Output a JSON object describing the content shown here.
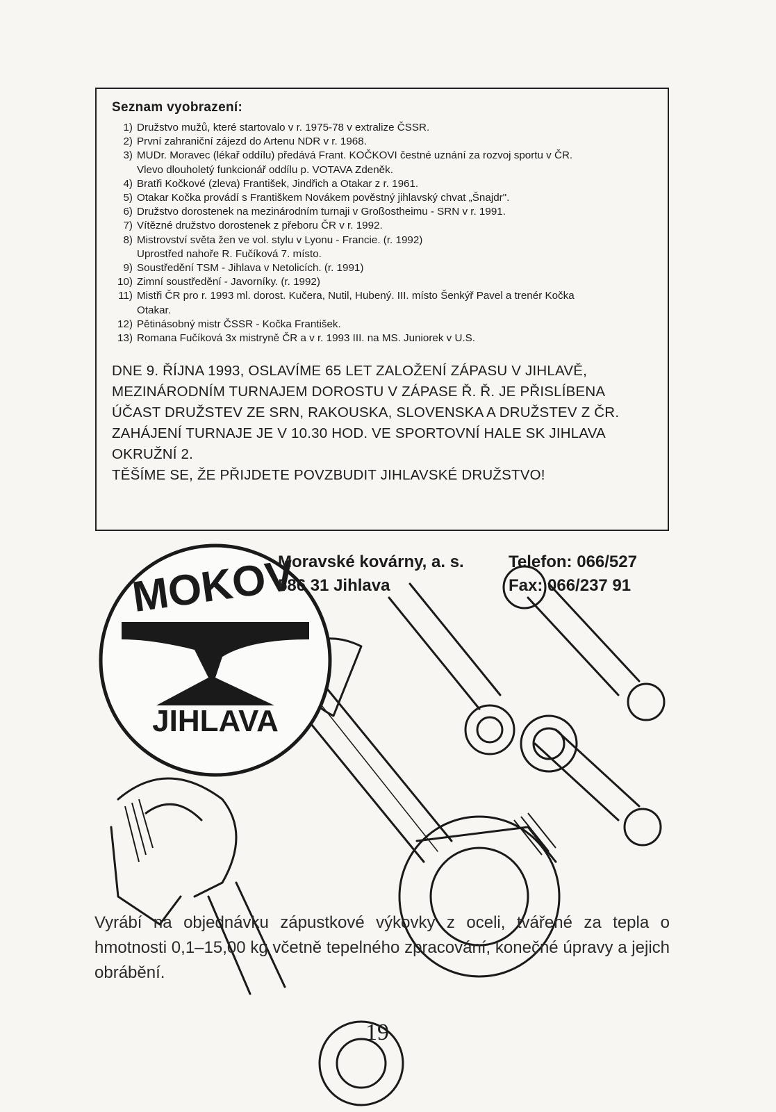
{
  "caption_list": {
    "title": "Seznam vyobrazení:",
    "items": [
      {
        "num": "1)",
        "lines": [
          "Družstvo mužů, které startovalo v r. 1975-78 v extralize ČSSR."
        ]
      },
      {
        "num": "2)",
        "lines": [
          "První zahraniční zájezd do Artenu NDR v r. 1968."
        ]
      },
      {
        "num": "3)",
        "lines": [
          "MUDr. Moravec (lékař oddílu) předává Frant. KOČKOVI čestné uznání za rozvoj sportu v ČR.",
          "Vlevo dlouholetý funkcionář oddílu p. VOTAVA Zdeněk."
        ]
      },
      {
        "num": "4)",
        "lines": [
          "Bratři Kočkové (zleva) František, Jindřich a Otakar z r. 1961."
        ]
      },
      {
        "num": "5)",
        "lines": [
          "Otakar Kočka provádí s Františkem Novákem pověstný jihlavský chvat „Šnajdr\"."
        ]
      },
      {
        "num": "6)",
        "lines": [
          "Družstvo dorostenek na mezinárodním turnaji v Großostheimu - SRN v r. 1991."
        ]
      },
      {
        "num": "7)",
        "lines": [
          "Vítězné družstvo dorostenek z přeboru ČR v r. 1992."
        ]
      },
      {
        "num": "8)",
        "lines": [
          "Mistrovství světa žen ve vol. stylu v Lyonu - Francie. (r. 1992)",
          "Uprostřed nahoře R. Fučíková 7. místo."
        ]
      },
      {
        "num": "9)",
        "lines": [
          "Soustředění TSM - Jihlava v Netolicích. (r. 1991)"
        ]
      },
      {
        "num": "10)",
        "lines": [
          "Zimní soustředění - Javorníky. (r. 1992)"
        ]
      },
      {
        "num": "11)",
        "lines": [
          "Mistři ČR pro r. 1993 ml. dorost. Kučera, Nutil, Hubený. III. místo Šenkýř Pavel a trenér Kočka",
          "Otakar."
        ]
      },
      {
        "num": "12)",
        "lines": [
          "Pětinásobný mistr ČSSR - Kočka František."
        ]
      },
      {
        "num": "13)",
        "lines": [
          "Romana Fučíková 3x mistryně ČR a v r. 1993 III. na MS. Juniorek v U.S."
        ]
      }
    ]
  },
  "announcement": {
    "lines": [
      "DNE 9. ŘÍJNA 1993, OSLAVÍME 65 LET ZALOŽENÍ ZÁPASU V JIHLAVĚ,",
      "MEZINÁRODNÍM TURNAJEM DOROSTU V ZÁPASE Ř. Ř. JE PŘISLÍBENA",
      "ÚČAST DRUŽSTEV ZE SRN, RAKOUSKA, SLOVENSKA A DRUŽSTEV Z ČR.",
      "ZAHÁJENÍ TURNAJE JE V 10.30 HOD. VE SPORTOVNÍ HALE SK JIHLAVA",
      "OKRUŽNÍ 2.",
      "TĚŠÍME SE, ŽE PŘIJDETE POVZBUDIT JIHLAVSKÉ DRUŽSTVO!"
    ]
  },
  "advertisement": {
    "logo_text_top": "MOKOV",
    "logo_text_bottom": "JIHLAVA",
    "company_name": "Moravské kovárny, a. s.",
    "company_address": "586 31 Jihlava",
    "phone": "Telefon: 066/527",
    "fax": "Fax: 066/237 91",
    "product_text": "Vyrábí na objednávku zápustkové výkovky z oceli, tvářené za tepla o hmotnosti 0,1–15,00 kg včetně tepelného zpracování, konečné úpravy a jejich obrábění."
  },
  "page_number": "19"
}
